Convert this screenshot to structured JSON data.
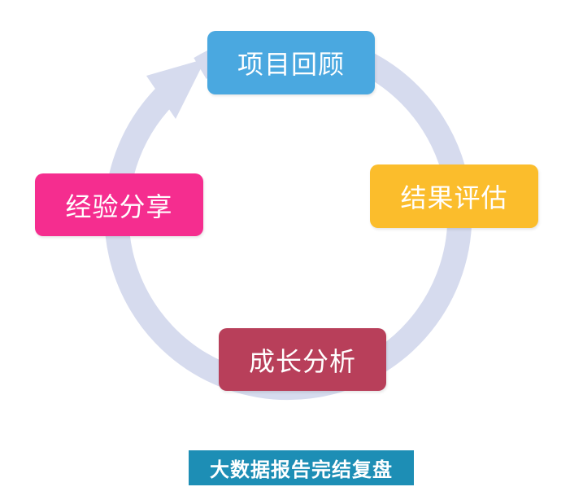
{
  "diagram": {
    "ring_color": "#d6dbee",
    "nodes": [
      {
        "id": "review",
        "label": "项目回顾",
        "color": "#4aa8e0"
      },
      {
        "id": "evaluate",
        "label": "结果评估",
        "color": "#fbbd2c"
      },
      {
        "id": "analysis",
        "label": "成长分析",
        "color": "#b83f5a"
      },
      {
        "id": "share",
        "label": "经验分享",
        "color": "#f52d8f"
      }
    ]
  },
  "caption": {
    "text": "大数据报告完结复盘",
    "background": "#1d8eb5"
  }
}
